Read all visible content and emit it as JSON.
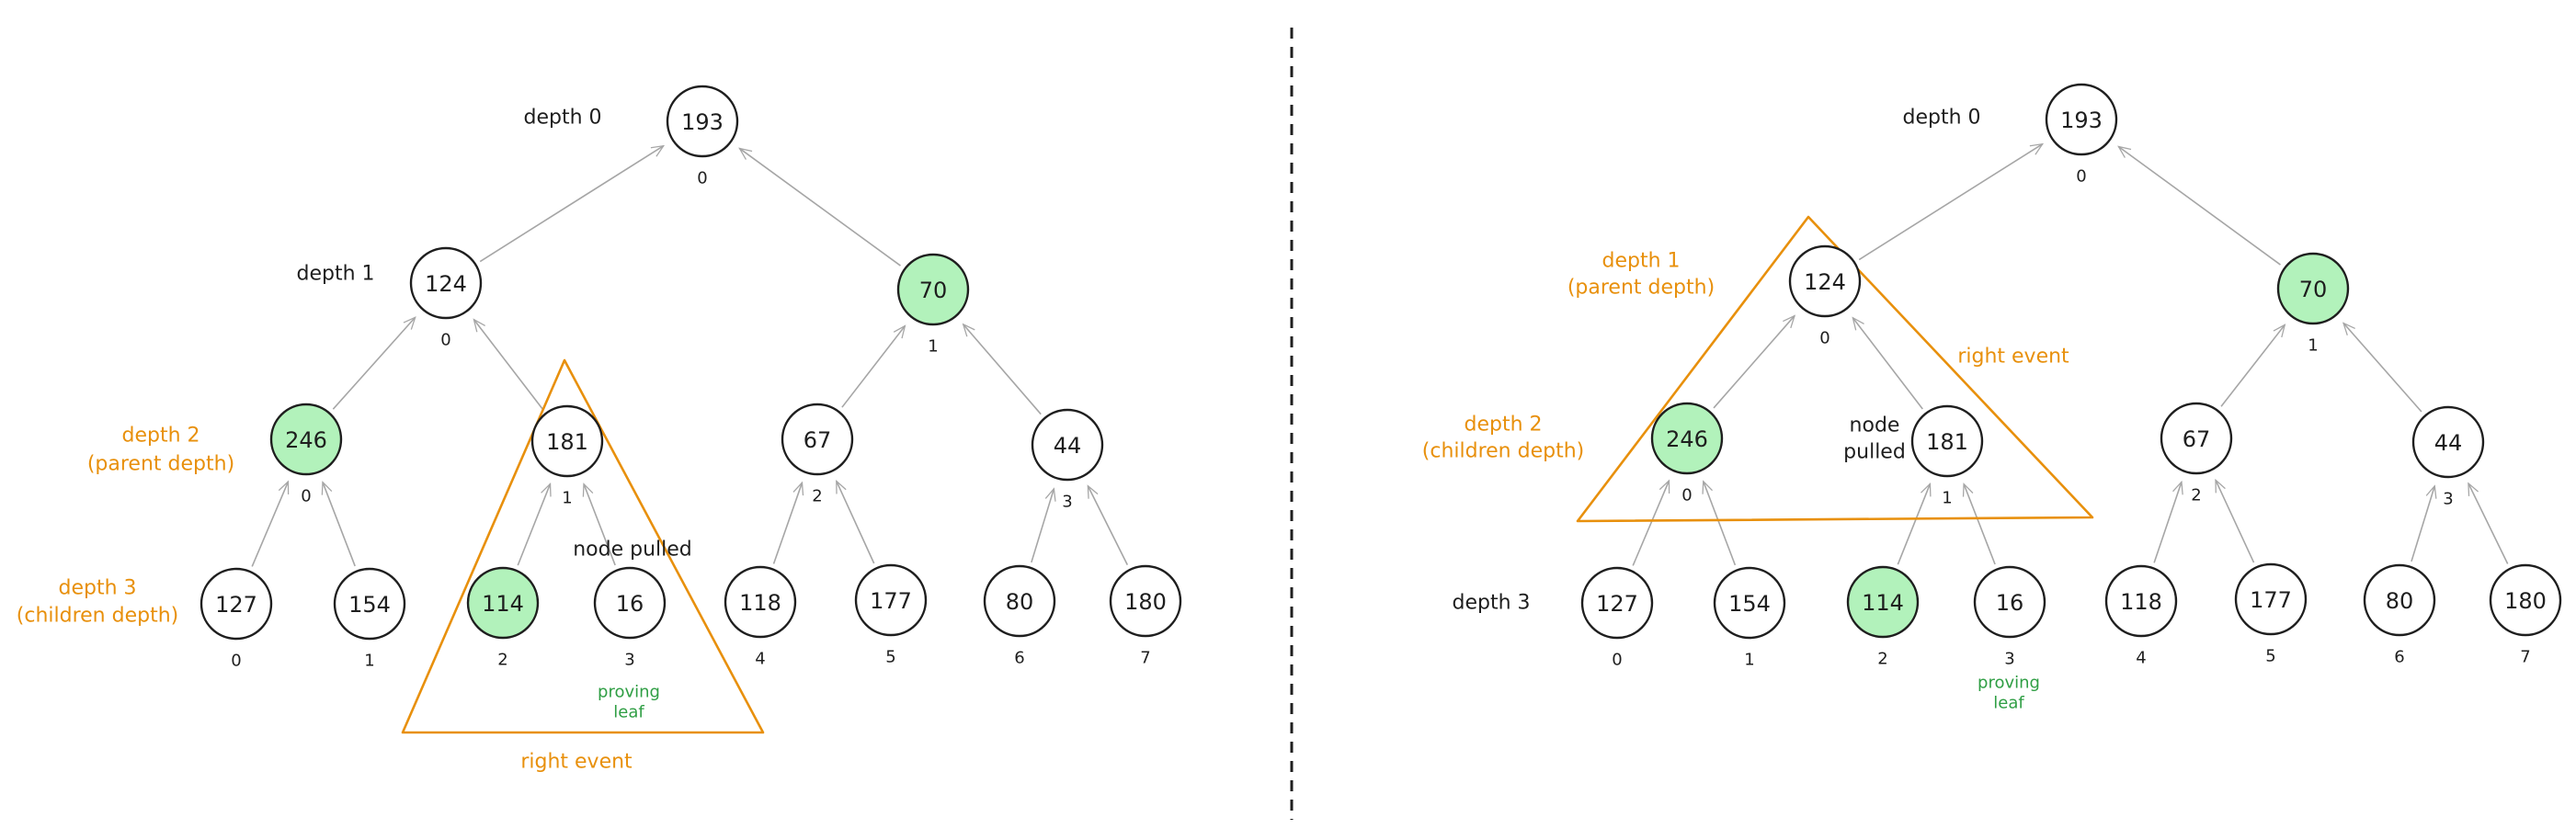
{
  "colors": {
    "orange": "#e8900c",
    "green": "#2f9e44",
    "highlight": "#b2f2bb",
    "ink": "#1e1e1e"
  },
  "left": {
    "nodes": [
      "193",
      "124",
      "70",
      "246",
      "181",
      "67",
      "44",
      "127",
      "154",
      "114",
      "16",
      "118",
      "177",
      "80",
      "180"
    ],
    "indices": [
      "0",
      "0",
      "1",
      "0",
      "1",
      "2",
      "3",
      "0",
      "1",
      "2",
      "3",
      "4",
      "5",
      "6",
      "7"
    ],
    "highlighted": [
      3,
      2,
      9
    ],
    "labels": {
      "depth0": "depth 0",
      "depth1": "depth 1",
      "depth2_line1": "depth 2",
      "depth2_line2": "(parent depth)",
      "depth3_line1": "depth 3",
      "depth3_line2": "(children depth)",
      "node_pulled": "node pulled",
      "right_event": "right event",
      "proving_leaf_line1": "proving",
      "proving_leaf_line2": "leaf"
    }
  },
  "right": {
    "nodes": [
      "193",
      "124",
      "70",
      "246",
      "181",
      "67",
      "44",
      "127",
      "154",
      "114",
      "16",
      "118",
      "177",
      "80",
      "180"
    ],
    "indices": [
      "0",
      "0",
      "1",
      "0",
      "1",
      "2",
      "3",
      "0",
      "1",
      "2",
      "3",
      "4",
      "5",
      "6",
      "7"
    ],
    "highlighted": [
      3,
      2,
      9
    ],
    "labels": {
      "depth0": "depth 0",
      "depth1_line1": "depth 1",
      "depth1_line2": "(parent depth)",
      "depth2_line1": "depth 2",
      "depth2_line2": "(children depth)",
      "depth3": "depth 3",
      "node_pulled_line1": "node",
      "node_pulled_line2": "pulled",
      "right_event": "right event",
      "proving_leaf_line1": "proving",
      "proving_leaf_line2": "leaf"
    }
  }
}
